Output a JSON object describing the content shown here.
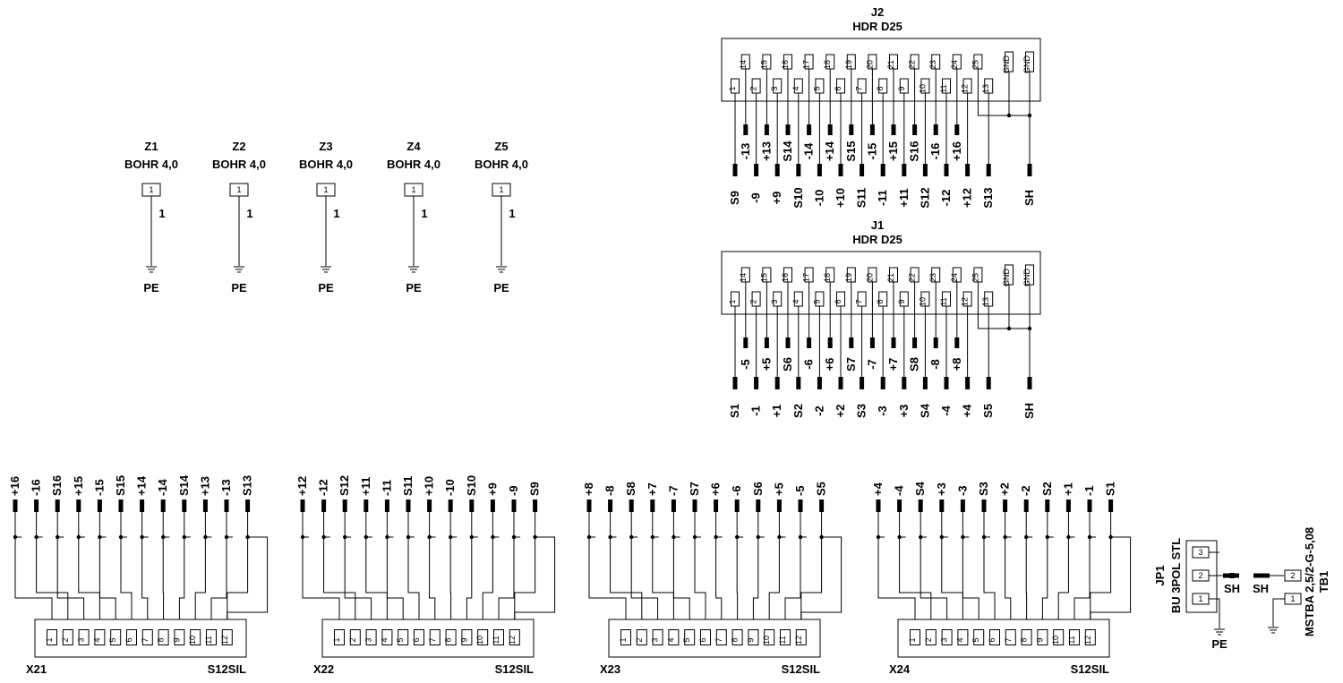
{
  "bohr": [
    {
      "ref": "Z1",
      "type": "BOHR 4,0",
      "pin": "1",
      "pin_label": "1",
      "net": "PE"
    },
    {
      "ref": "Z2",
      "type": "BOHR 4,0",
      "pin": "1",
      "pin_label": "1",
      "net": "PE"
    },
    {
      "ref": "Z3",
      "type": "BOHR 4,0",
      "pin": "1",
      "pin_label": "1",
      "net": "PE"
    },
    {
      "ref": "Z4",
      "type": "BOHR 4,0",
      "pin": "1",
      "pin_label": "1",
      "net": "PE"
    },
    {
      "ref": "Z5",
      "type": "BOHR 4,0",
      "pin": "1",
      "pin_label": "1",
      "net": "PE"
    }
  ],
  "headers": [
    {
      "ref": "J2",
      "type": "HDR D25",
      "top_pins": [
        "14",
        "15",
        "16",
        "17",
        "18",
        "19",
        "20",
        "21",
        "22",
        "23",
        "24",
        "25",
        "GND",
        "GND"
      ],
      "bottom_pins": [
        "1",
        "2",
        "3",
        "4",
        "5",
        "6",
        "7",
        "8",
        "9",
        "10",
        "11",
        "12",
        "13"
      ],
      "top_nets": [
        "-13",
        "+13",
        "S14",
        "-14",
        "+14",
        "S15",
        "-15",
        "+15",
        "S16",
        "-16",
        "+16"
      ],
      "bottom_nets": [
        "S9",
        "-9",
        "+9",
        "S10",
        "-10",
        "+10",
        "S11",
        "-11",
        "+11",
        "S12",
        "-12",
        "+12",
        "S13"
      ],
      "shield_net": "SH"
    },
    {
      "ref": "J1",
      "type": "HDR D25",
      "top_pins": [
        "14",
        "15",
        "16",
        "17",
        "18",
        "19",
        "20",
        "21",
        "22",
        "23",
        "24",
        "25",
        "GND",
        "GND"
      ],
      "bottom_pins": [
        "1",
        "2",
        "3",
        "4",
        "5",
        "6",
        "7",
        "8",
        "9",
        "10",
        "11",
        "12",
        "13"
      ],
      "top_nets": [
        "-5",
        "+5",
        "S6",
        "-6",
        "+6",
        "S7",
        "-7",
        "+7",
        "S8",
        "-8",
        "+8"
      ],
      "bottom_nets": [
        "S1",
        "-1",
        "+1",
        "S2",
        "-2",
        "+2",
        "S3",
        "-3",
        "+3",
        "S4",
        "-4",
        "+4",
        "S5"
      ],
      "shield_net": "SH"
    }
  ],
  "sil": [
    {
      "ref": "X21",
      "type": "S12SIL",
      "nets": [
        "+16",
        "-16",
        "S16",
        "+15",
        "-15",
        "S15",
        "+14",
        "-14",
        "S14",
        "+13",
        "-13",
        "S13"
      ],
      "pins": [
        "1",
        "2",
        "3",
        "4",
        "5",
        "6",
        "7",
        "8",
        "9",
        "10",
        "11",
        "12"
      ]
    },
    {
      "ref": "X22",
      "type": "S12SIL",
      "nets": [
        "+12",
        "-12",
        "S12",
        "+11",
        "-11",
        "S11",
        "+10",
        "-10",
        "S10",
        "+9",
        "-9",
        "S9"
      ],
      "pins": [
        "1",
        "2",
        "3",
        "4",
        "5",
        "6",
        "7",
        "8",
        "9",
        "10",
        "11",
        "12"
      ]
    },
    {
      "ref": "X23",
      "type": "S12SIL",
      "nets": [
        "+8",
        "-8",
        "S8",
        "+7",
        "-7",
        "S7",
        "+6",
        "-6",
        "S6",
        "+5",
        "-5",
        "S5"
      ],
      "pins": [
        "1",
        "2",
        "3",
        "4",
        "5",
        "6",
        "7",
        "8",
        "9",
        "10",
        "11",
        "12"
      ]
    },
    {
      "ref": "X24",
      "type": "S12SIL",
      "nets": [
        "+4",
        "-4",
        "S4",
        "+3",
        "-3",
        "S3",
        "+2",
        "-2",
        "S2",
        "+1",
        "-1",
        "S1"
      ],
      "pins": [
        "1",
        "2",
        "3",
        "4",
        "5",
        "6",
        "7",
        "8",
        "9",
        "10",
        "11",
        "12"
      ]
    }
  ],
  "jp1": {
    "ref": "JP1",
    "type": "BU 3POL STL",
    "pins": [
      "3",
      "2",
      "1"
    ],
    "net_sh": "SH",
    "net_pe": "PE"
  },
  "tb1": {
    "ref": "TB1",
    "type": "MSTBA 2,5/2-G-5,08",
    "pins": [
      "2",
      "1"
    ],
    "net_sh": "SH"
  }
}
